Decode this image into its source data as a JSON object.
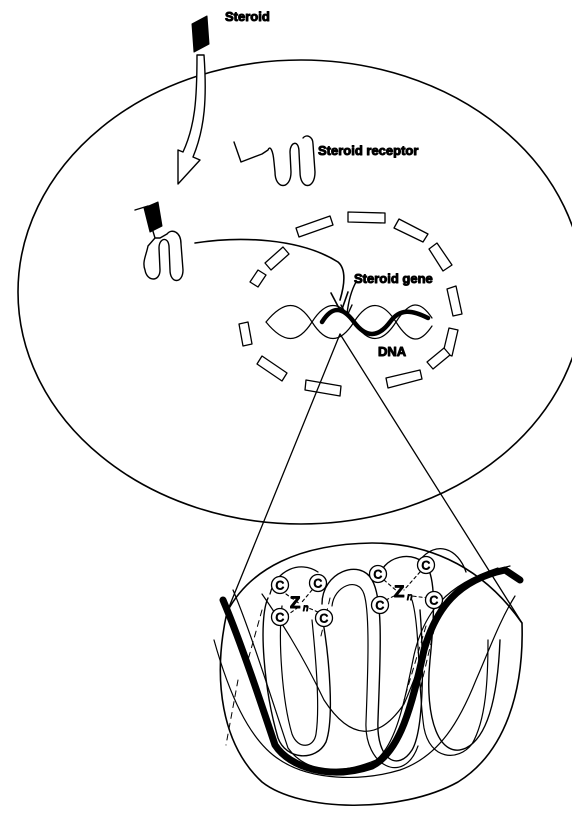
{
  "labels": {
    "steroid": "Steroid",
    "steroid_receptor": "Steroid receptor",
    "steroid_gene": "Steroid gene",
    "dna": "DNA"
  },
  "zinc_finger": {
    "cysteine": "C",
    "zinc": "Z",
    "zinc_suffix": "n"
  },
  "colors": {
    "ink": "#000000",
    "background": "#ffffff"
  }
}
